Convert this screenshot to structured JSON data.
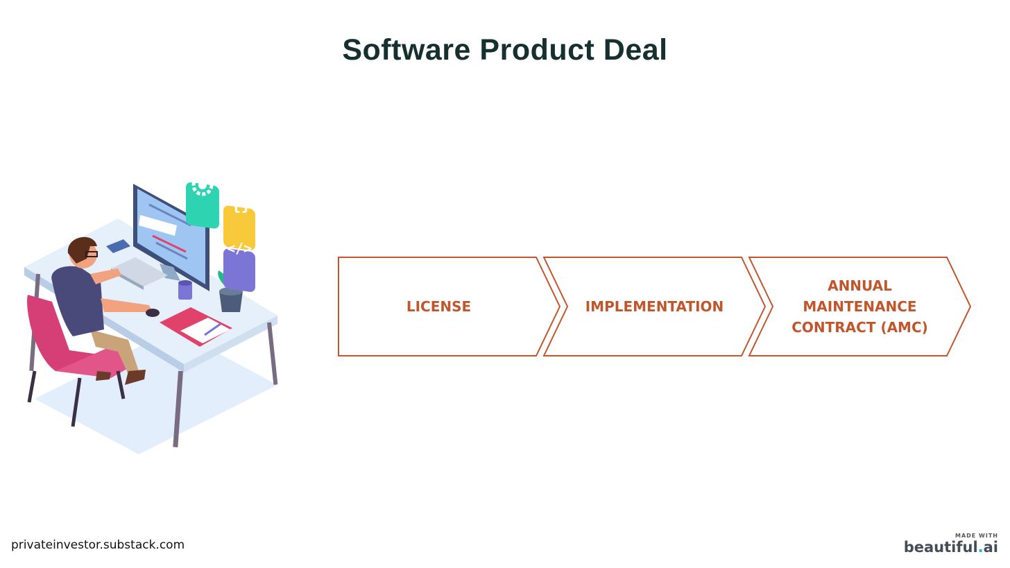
{
  "title": "Software Product Deal",
  "stages": [
    {
      "label_lines": [
        "LICENSE"
      ]
    },
    {
      "label_lines": [
        "IMPLEMENTATION"
      ]
    },
    {
      "label_lines": [
        "ANNUAL",
        "MAINTENANCE",
        "CONTRACT (AMC)"
      ]
    }
  ],
  "colors": {
    "title": "#15302f",
    "chevron_stroke": "#c0562c",
    "chevron_text": "#c0562c"
  },
  "footer": {
    "source": "privateinvestor.substack.com",
    "badge_small": "MADE WITH",
    "badge_brand_main": "beautiful",
    "badge_brand_dot": ".",
    "badge_brand_tail": "ai"
  },
  "illustration": {
    "icons": [
      "gear-icon",
      "braces-icon",
      "code-icon"
    ]
  }
}
